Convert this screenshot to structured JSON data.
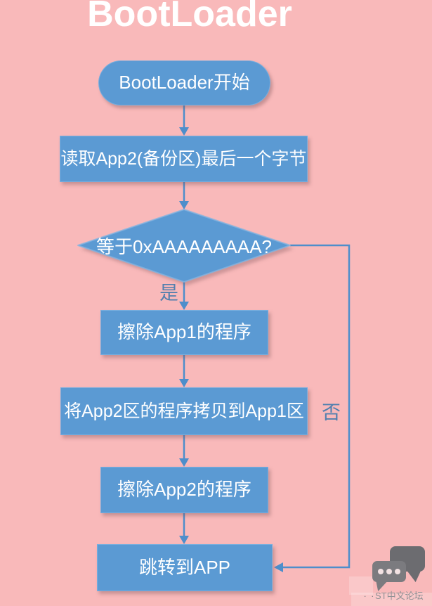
{
  "title": "BootLoader",
  "nodes": {
    "start": {
      "label": "BootLoader开始",
      "shape": "stadium"
    },
    "read": {
      "label": "读取App2(备份区)最后一个字节",
      "shape": "rect"
    },
    "decision": {
      "label": "等于0xAAAAAAAAA?",
      "shape": "diamond"
    },
    "erase_app1": {
      "label": "擦除App1的程序",
      "shape": "rect"
    },
    "copy": {
      "label": "将App2区的程序拷贝到App1区",
      "shape": "rect"
    },
    "erase_app2": {
      "label": "擦除App2的程序",
      "shape": "rect"
    },
    "jump": {
      "label": "跳转到APP",
      "shape": "rect"
    }
  },
  "edges": {
    "yes_label": "是",
    "no_label": "否"
  },
  "watermark": {
    "prefix_dots": ". .",
    "text": "ST中文论坛"
  },
  "colors": {
    "background": "#f9b9ba",
    "node_fill": "#5b9ad3",
    "node_text": "#ffffff",
    "connector": "#4e8ecb",
    "branch_label": "#527fae",
    "title_text": "#ffffff",
    "watermark_gray": "#6c6c70"
  }
}
